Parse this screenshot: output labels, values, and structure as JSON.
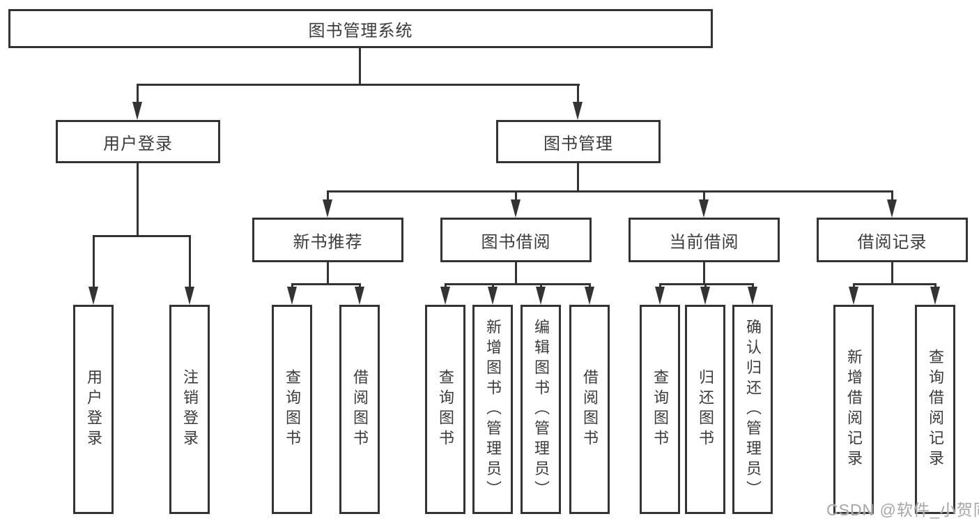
{
  "colors": {
    "line": "#333333",
    "text": "#3b3b3b",
    "background": "#ffffff",
    "watermark_text": "#a6a6a6"
  },
  "watermark": "CSDN @软件_小贺同学",
  "tree": {
    "root": "图书管理系统",
    "branches": [
      {
        "label": "用户登录",
        "children": [
          "用户登录",
          "注销登录"
        ]
      },
      {
        "label": "图书管理",
        "children": [
          {
            "label": "新书推荐",
            "children": [
              "查询图书",
              "借阅图书"
            ]
          },
          {
            "label": "图书借阅",
            "children": [
              "查询图书",
              "新增图书（管理员）",
              "编辑图书（管理员）",
              "借阅图书"
            ]
          },
          {
            "label": "当前借阅",
            "children": [
              "查询图书",
              "归还图书",
              "确认归还（管理员）"
            ]
          },
          {
            "label": "借阅记录",
            "children": [
              "新增借阅记录",
              "查询借阅记录"
            ]
          }
        ]
      }
    ]
  }
}
